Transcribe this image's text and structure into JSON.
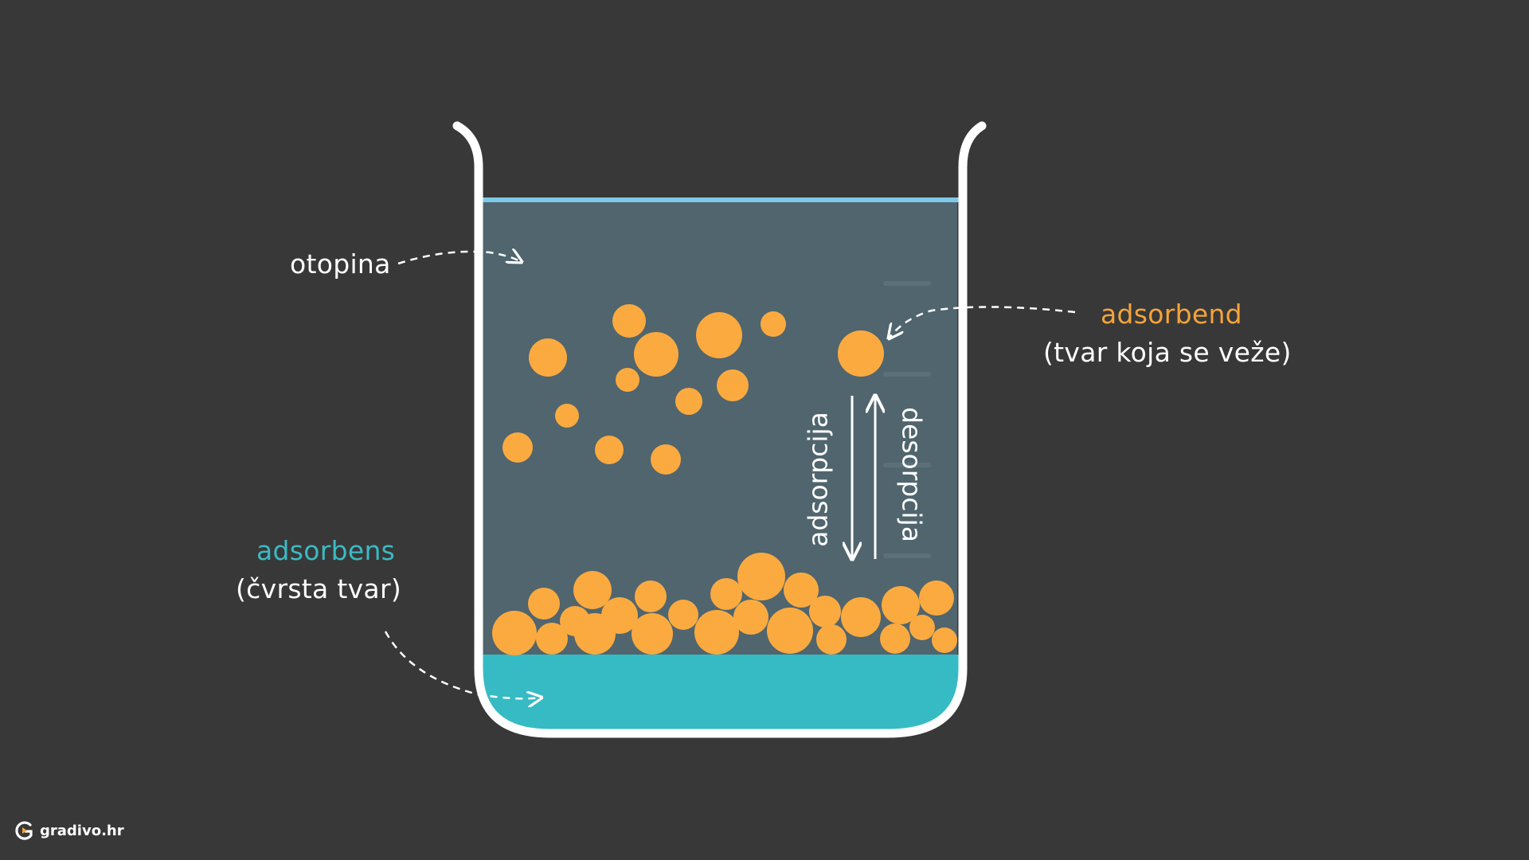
{
  "labels": {
    "solution": "otopina",
    "adsorbate": "adsorbend",
    "adsorbate_desc": "(tvar koja se veže)",
    "adsorbent": "adsorbens",
    "adsorbent_desc": "(čvrsta tvar)",
    "adsorption": "adsorpcija",
    "desorption": "desorpcija"
  },
  "brand": {
    "name": "gradivo.hr",
    "icon": "gradivo-logo-icon"
  },
  "colors": {
    "background": "#383838",
    "solution": "#50656e",
    "surface_line": "#7ec9e8",
    "adsorbent": "#36bbc4",
    "particle": "#fbaa40",
    "beaker": "#ffffff",
    "adsorbate_label": "#f5a43a",
    "adsorbent_label": "#3bbac4"
  }
}
